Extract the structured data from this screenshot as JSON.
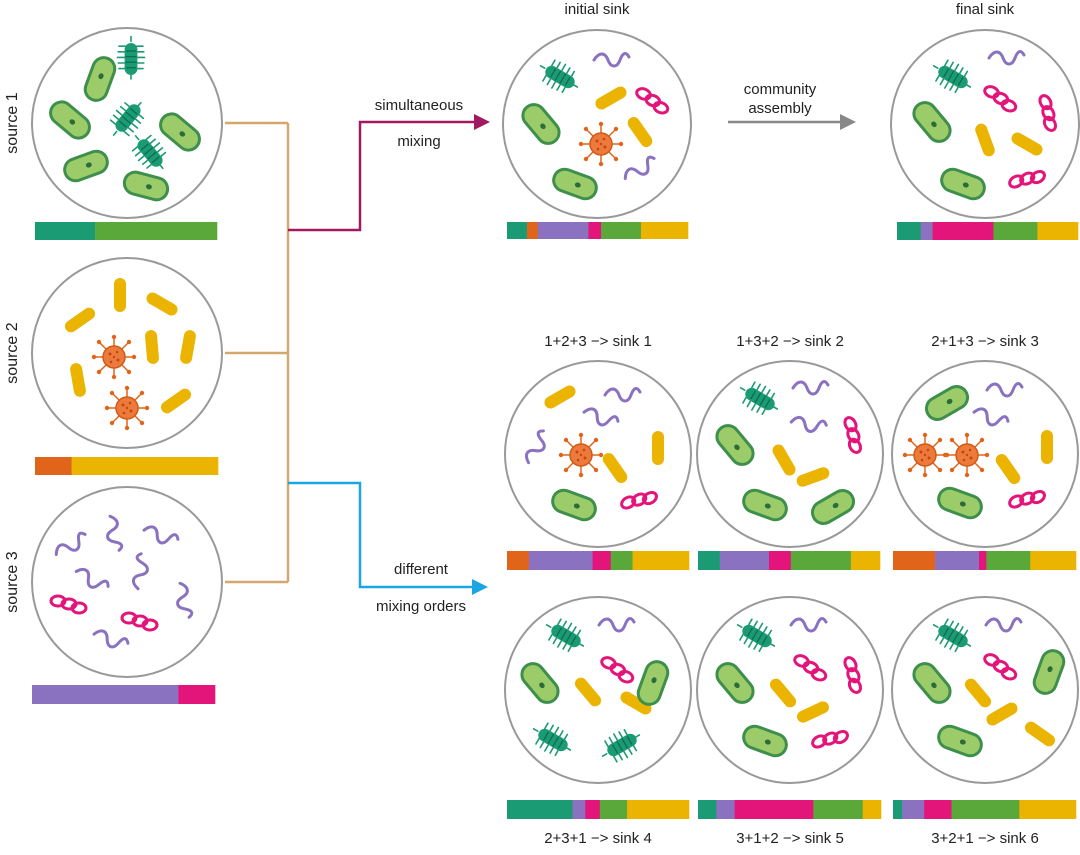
{
  "colors": {
    "teal": "#1a9b73",
    "green": "#5aa83a",
    "orange": "#e0651a",
    "yellow": "#eab400",
    "purple": "#8a72c0",
    "pink": "#e3147a",
    "tan": "#d4a86a",
    "mix_simultaneous": "#a11a5f",
    "mix_orders": "#1aa6e0",
    "assembly_arrow": "#888888"
  },
  "sources": [
    {
      "label": "source 1",
      "bar": [
        [
          "teal",
          0.33
        ],
        [
          "green",
          0.67
        ]
      ]
    },
    {
      "label": "source 2",
      "bar": [
        [
          "orange",
          0.2
        ],
        [
          "yellow",
          0.8
        ]
      ]
    },
    {
      "label": "source 3",
      "bar": [
        [
          "purple",
          0.8
        ],
        [
          "pink",
          0.2
        ]
      ]
    }
  ],
  "arrows": {
    "simultaneous_line1": "simultaneous",
    "simultaneous_line2": "mixing",
    "assembly_line1": "community",
    "assembly_line2": "assembly",
    "orders_line1": "different",
    "orders_line2": "mixing orders"
  },
  "top_sinks": [
    {
      "title": "initial sink",
      "bar": [
        [
          "teal",
          0.11
        ],
        [
          "orange",
          0.06
        ],
        [
          "purple",
          0.28
        ],
        [
          "pink",
          0.07
        ],
        [
          "green",
          0.22
        ],
        [
          "yellow",
          0.26
        ]
      ]
    },
    {
      "title": "final sink",
      "bar": [
        [
          "teal",
          0.14
        ],
        [
          "purple",
          0.07
        ],
        [
          "pink",
          0.36
        ],
        [
          "green",
          0.26
        ],
        [
          "yellow",
          0.24
        ]
      ]
    }
  ],
  "order_sinks": [
    {
      "label": "1+2+3 −> sink 1",
      "bar": [
        [
          "orange",
          0.12
        ],
        [
          "purple",
          0.35
        ],
        [
          "pink",
          0.1
        ],
        [
          "green",
          0.12
        ],
        [
          "yellow",
          0.31
        ]
      ]
    },
    {
      "label": "1+3+2 −> sink 2",
      "bar": [
        [
          "teal",
          0.12
        ],
        [
          "purple",
          0.27
        ],
        [
          "pink",
          0.12
        ],
        [
          "green",
          0.33
        ],
        [
          "yellow",
          0.16
        ]
      ]
    },
    {
      "label": "2+1+3 −> sink 3",
      "bar": [
        [
          "orange",
          0.23
        ],
        [
          "purple",
          0.24
        ],
        [
          "pink",
          0.04
        ],
        [
          "green",
          0.24
        ],
        [
          "yellow",
          0.25
        ]
      ]
    },
    {
      "label": "2+3+1 −> sink 4",
      "bar": [
        [
          "teal",
          0.36
        ],
        [
          "purple",
          0.07
        ],
        [
          "pink",
          0.08
        ],
        [
          "green",
          0.15
        ],
        [
          "yellow",
          0.34
        ]
      ]
    },
    {
      "label": "3+1+2 −> sink 5",
      "bar": [
        [
          "teal",
          0.1
        ],
        [
          "purple",
          0.1
        ],
        [
          "pink",
          0.43
        ],
        [
          "green",
          0.27
        ],
        [
          "yellow",
          0.1
        ]
      ]
    },
    {
      "label": "3+2+1 −> sink 6",
      "bar": [
        [
          "teal",
          0.05
        ],
        [
          "purple",
          0.12
        ],
        [
          "pink",
          0.15
        ],
        [
          "green",
          0.37
        ],
        [
          "yellow",
          0.31
        ]
      ]
    }
  ]
}
